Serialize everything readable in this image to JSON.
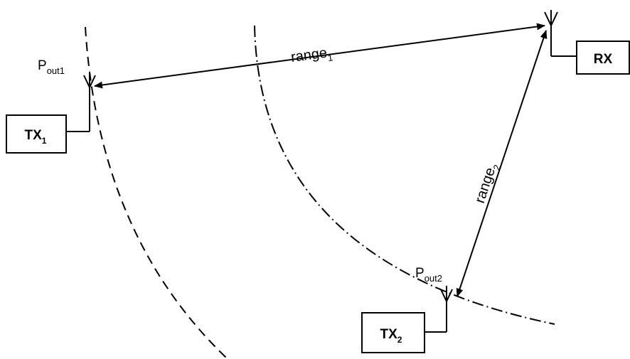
{
  "diagram": {
    "receiver": {
      "label": "RX"
    },
    "transmitters": [
      {
        "label": "TX",
        "subscript": "1",
        "power_label": "P",
        "power_subscript": "out1"
      },
      {
        "label": "TX",
        "subscript": "2",
        "power_label": "P",
        "power_subscript": "out2"
      }
    ],
    "ranges": [
      {
        "label": "range",
        "subscript": "1"
      },
      {
        "label": "range",
        "subscript": "2"
      }
    ],
    "colors": {
      "stroke": "#000000",
      "background": "#ffffff"
    }
  }
}
